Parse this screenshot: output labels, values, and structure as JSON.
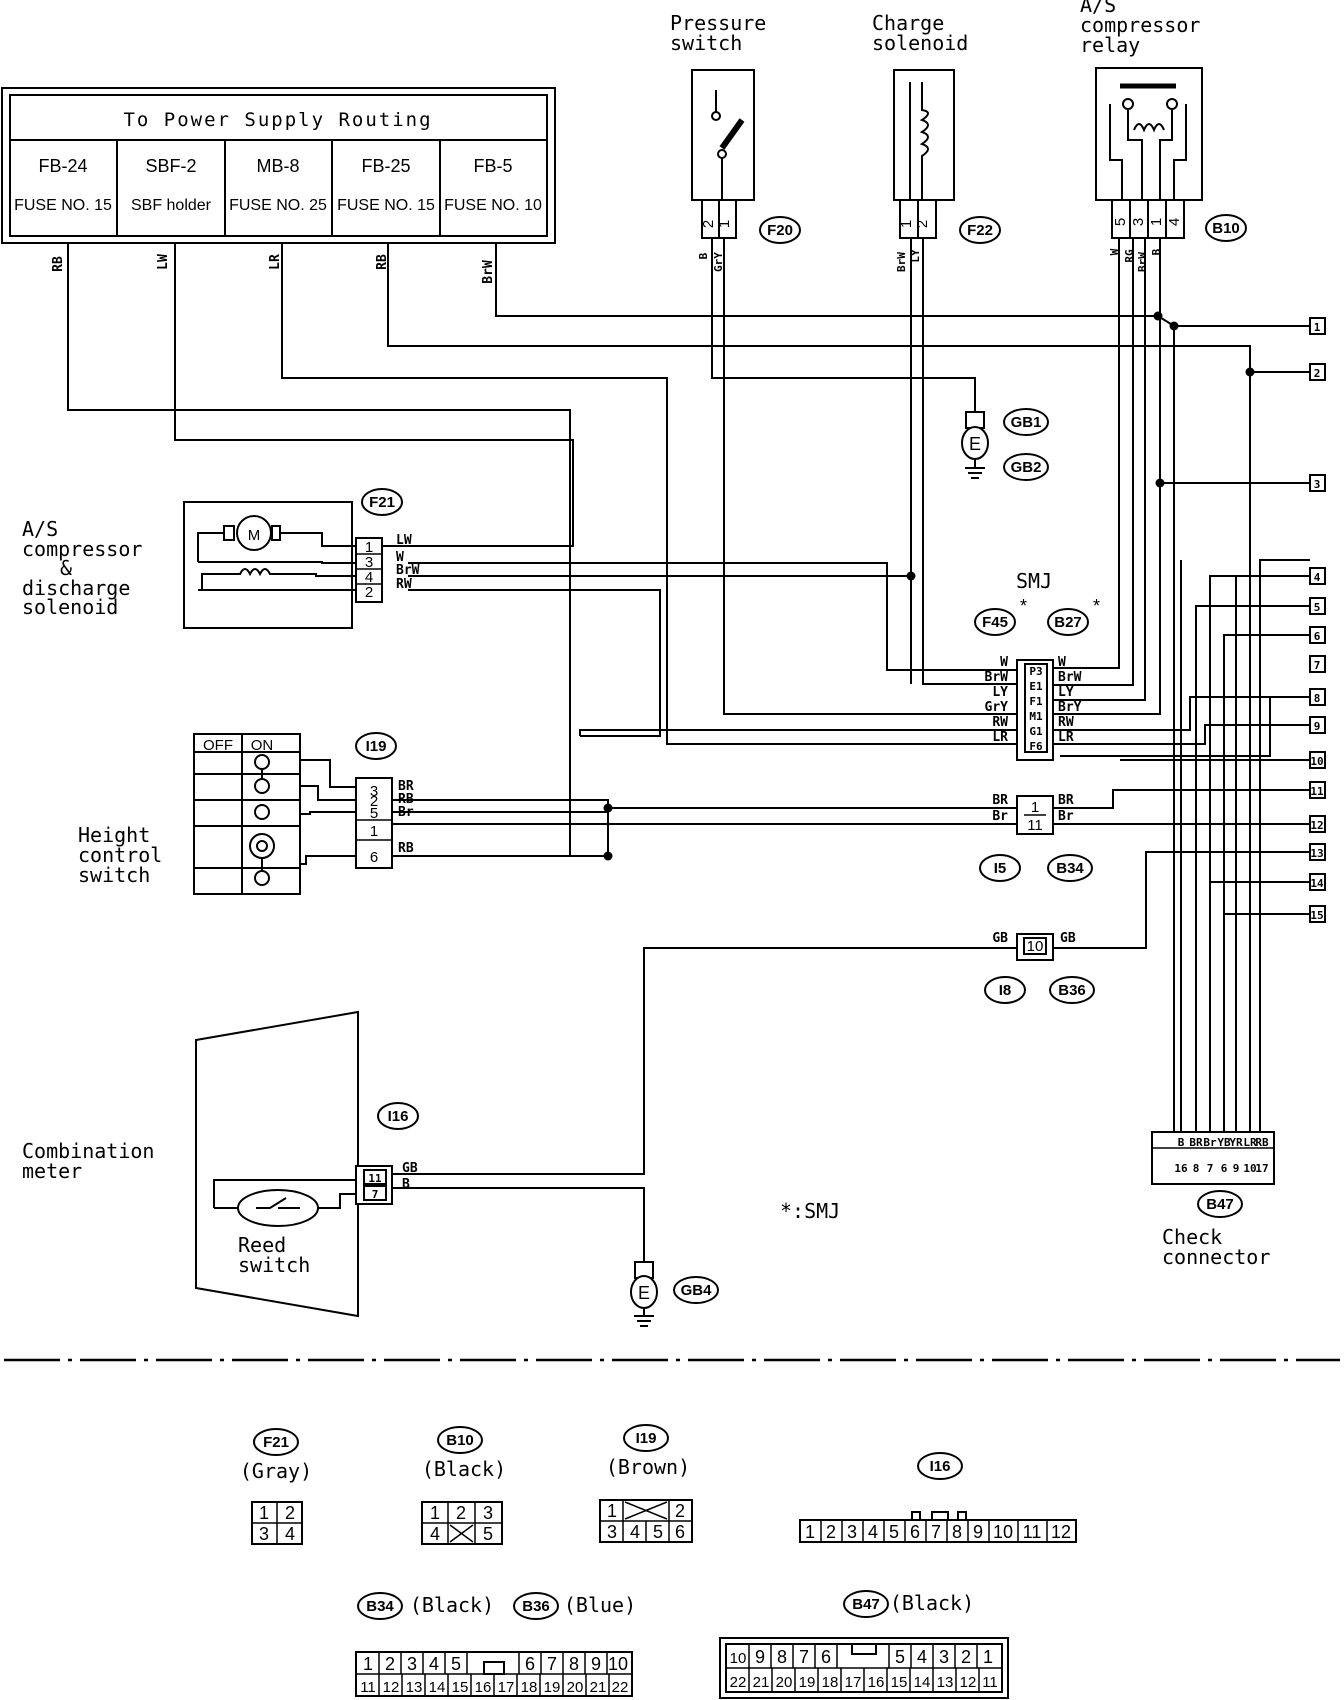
{
  "power_table": {
    "title": "To Power Supply Routing",
    "columns": [
      {
        "name": "FB-24",
        "fuse": "FUSE NO. 15",
        "wire": "RB"
      },
      {
        "name": "SBF-2",
        "fuse": "SBF holder",
        "wire": "LW"
      },
      {
        "name": "MB-8",
        "fuse": "FUSE NO. 25",
        "wire": "LR"
      },
      {
        "name": "FB-25",
        "fuse": "FUSE NO. 15",
        "wire": "RB"
      },
      {
        "name": "FB-5",
        "fuse": "FUSE NO. 10",
        "wire": "BrW"
      }
    ]
  },
  "components": {
    "pressure_switch": {
      "label_line1": "Pressure",
      "label_line2": "switch",
      "connector": "F20",
      "pins": [
        "2",
        "1"
      ],
      "wires": [
        "B",
        "GrY"
      ]
    },
    "charge_solenoid": {
      "label_line1": "Charge",
      "label_line2": "solenoid",
      "connector": "F22",
      "pins": [
        "1",
        "2"
      ],
      "wires": [
        "BrW",
        "LY"
      ]
    },
    "compressor_relay": {
      "label_line1": "A/S",
      "label_line2": "compressor",
      "label_line3": "relay",
      "connector": "B10",
      "pins": [
        "5",
        "3",
        "1",
        "4"
      ],
      "wires": [
        "W",
        "RG",
        "BrW",
        "B"
      ]
    },
    "compressor_solenoid": {
      "label_line1": "A/S",
      "label_line2": "compressor",
      "label_line3": "&",
      "label_line4": "discharge",
      "label_line5": "solenoid",
      "connector": "F21",
      "pins": [
        "1",
        "3",
        "4",
        "2"
      ],
      "wires": [
        "LW",
        "W",
        "BrW",
        "RW"
      ]
    },
    "height_switch": {
      "label_line1": "Height",
      "label_line2": "control",
      "label_line3": "switch",
      "connector": "I19",
      "off": "OFF",
      "on": "ON",
      "pins": [
        "3",
        "2",
        "5",
        "1",
        "6"
      ],
      "wires": [
        "BR",
        "RB",
        "Br",
        "",
        "RB"
      ]
    },
    "combination_meter": {
      "label_line1": "Combination",
      "label_line2": "meter",
      "reed_line1": "Reed",
      "reed_line2": "switch",
      "connector": "I16",
      "pins": [
        "11",
        "7"
      ],
      "wires": [
        "GB",
        "B"
      ]
    },
    "check_connector": {
      "label_line1": "Check",
      "label_line2": "connector",
      "connector": "B47",
      "pins": [
        "16",
        "8",
        "7",
        "6",
        "9",
        "10",
        "17"
      ],
      "wires": [
        "B",
        "BR",
        "Br",
        "YB",
        "YR",
        "LR",
        "RB"
      ]
    }
  },
  "grounds": [
    "GB1",
    "GB2",
    "GB4"
  ],
  "ground_symbol": "E",
  "smj": {
    "title": "SMJ",
    "connectors": [
      "F45",
      "B27"
    ],
    "star": "*",
    "pins": [
      "P3",
      "E1",
      "F1",
      "M1",
      "G1",
      "F6"
    ],
    "left_wires": [
      "W",
      "BrW",
      "LY",
      "GrY",
      "RW",
      "LR"
    ],
    "right_wires": [
      "W",
      "BrW",
      "LY",
      "BrY",
      "RW",
      "LR"
    ]
  },
  "junction_i5": {
    "connectors": [
      "I5",
      "B34"
    ],
    "pins": [
      "1",
      "11"
    ],
    "left_wires": [
      "BR",
      "Br"
    ],
    "right_wires": [
      "BR",
      "Br"
    ]
  },
  "junction_i8": {
    "connectors": [
      "I8",
      "B36"
    ],
    "pins": [
      "10"
    ],
    "left_wires": [
      "GB"
    ],
    "right_wires": [
      "GB"
    ]
  },
  "terminals": [
    "1",
    "2",
    "3",
    "4",
    "5",
    "6",
    "7",
    "8",
    "9",
    "10",
    "11",
    "12",
    "13",
    "14",
    "15"
  ],
  "legend_note": "*:SMJ",
  "connector_views": {
    "f21": {
      "name": "F21",
      "color": "(Gray)",
      "row1": [
        "1",
        "2"
      ],
      "row2": [
        "3",
        "4"
      ]
    },
    "b10": {
      "name": "B10",
      "color": "(Black)",
      "row1": [
        "1",
        "2",
        "3"
      ],
      "row2": [
        "4",
        "",
        "5"
      ]
    },
    "i19": {
      "name": "I19",
      "color": "(Brown)",
      "row1": [
        "1",
        "",
        "",
        "2"
      ],
      "row2": [
        "3",
        "4",
        "5",
        "6"
      ]
    },
    "i16": {
      "name": "I16",
      "color": "",
      "row1": [
        "1",
        "2",
        "3",
        "4",
        "5",
        "6",
        "7",
        "8",
        "9",
        "10",
        "11",
        "12"
      ]
    },
    "b34b36": {
      "name1": "B34",
      "color1": "(Black)",
      "name2": "B36",
      "color2": "(Blue)",
      "row1": [
        "1",
        "2",
        "3",
        "4",
        "5",
        "",
        "",
        "6",
        "7",
        "8",
        "9",
        "10"
      ],
      "row2": [
        "11",
        "12",
        "13",
        "14",
        "15",
        "16",
        "17",
        "18",
        "19",
        "20",
        "21",
        "22"
      ]
    },
    "b47": {
      "name": "B47",
      "color": "(Black)",
      "row1": [
        "10",
        "9",
        "8",
        "7",
        "6",
        "",
        "",
        "5",
        "4",
        "3",
        "2",
        "1"
      ],
      "row2": [
        "22",
        "21",
        "20",
        "19",
        "18",
        "17",
        "16",
        "15",
        "14",
        "13",
        "12",
        "11"
      ]
    }
  }
}
